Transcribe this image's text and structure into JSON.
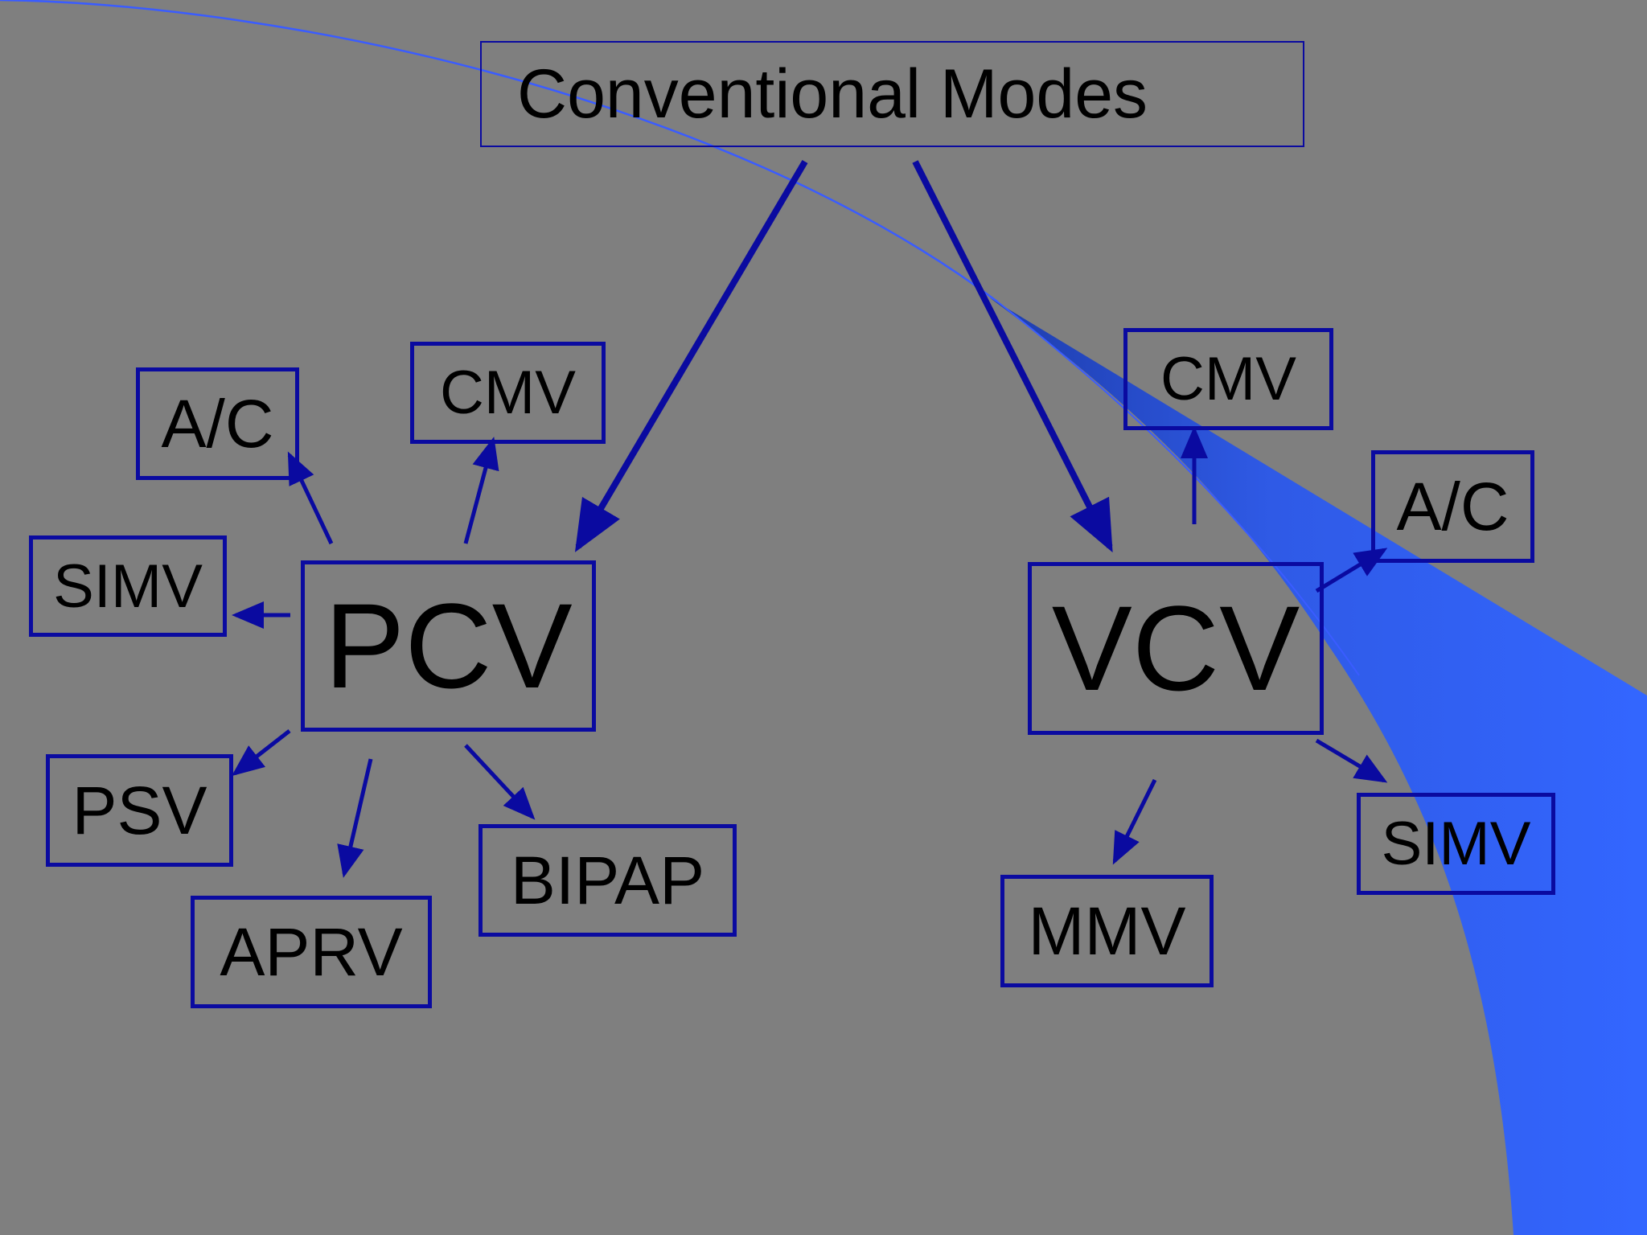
{
  "colors": {
    "background": "#7f7f7f",
    "box_border": "#0a0aa0",
    "arrow": "#0a0aa0",
    "swoosh": "#3366ff"
  },
  "title": "Conventional Modes",
  "pcv": {
    "label": "PCV",
    "modes": {
      "ac": "A/C",
      "cmv": "CMV",
      "simv": "SIMV",
      "psv": "PSV",
      "aprv": "APRV",
      "bipap": "BIPAP"
    }
  },
  "vcv": {
    "label": "VCV",
    "modes": {
      "cmv": "CMV",
      "ac": "A/C",
      "simv": "SIMV",
      "mmv": "MMV"
    }
  }
}
